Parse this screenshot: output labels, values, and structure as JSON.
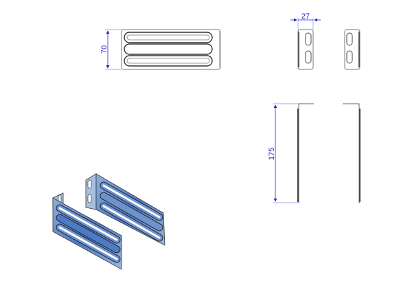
{
  "dimensions": {
    "height": "70",
    "depth": "27",
    "length": "175"
  },
  "colors": {
    "dimension": "#2222cc",
    "extension_line": "#8888ee",
    "outline": "#444444",
    "part_fill": "#ffffff",
    "iso_fill": "#5b86c8",
    "iso_light": "#9fb9de"
  }
}
